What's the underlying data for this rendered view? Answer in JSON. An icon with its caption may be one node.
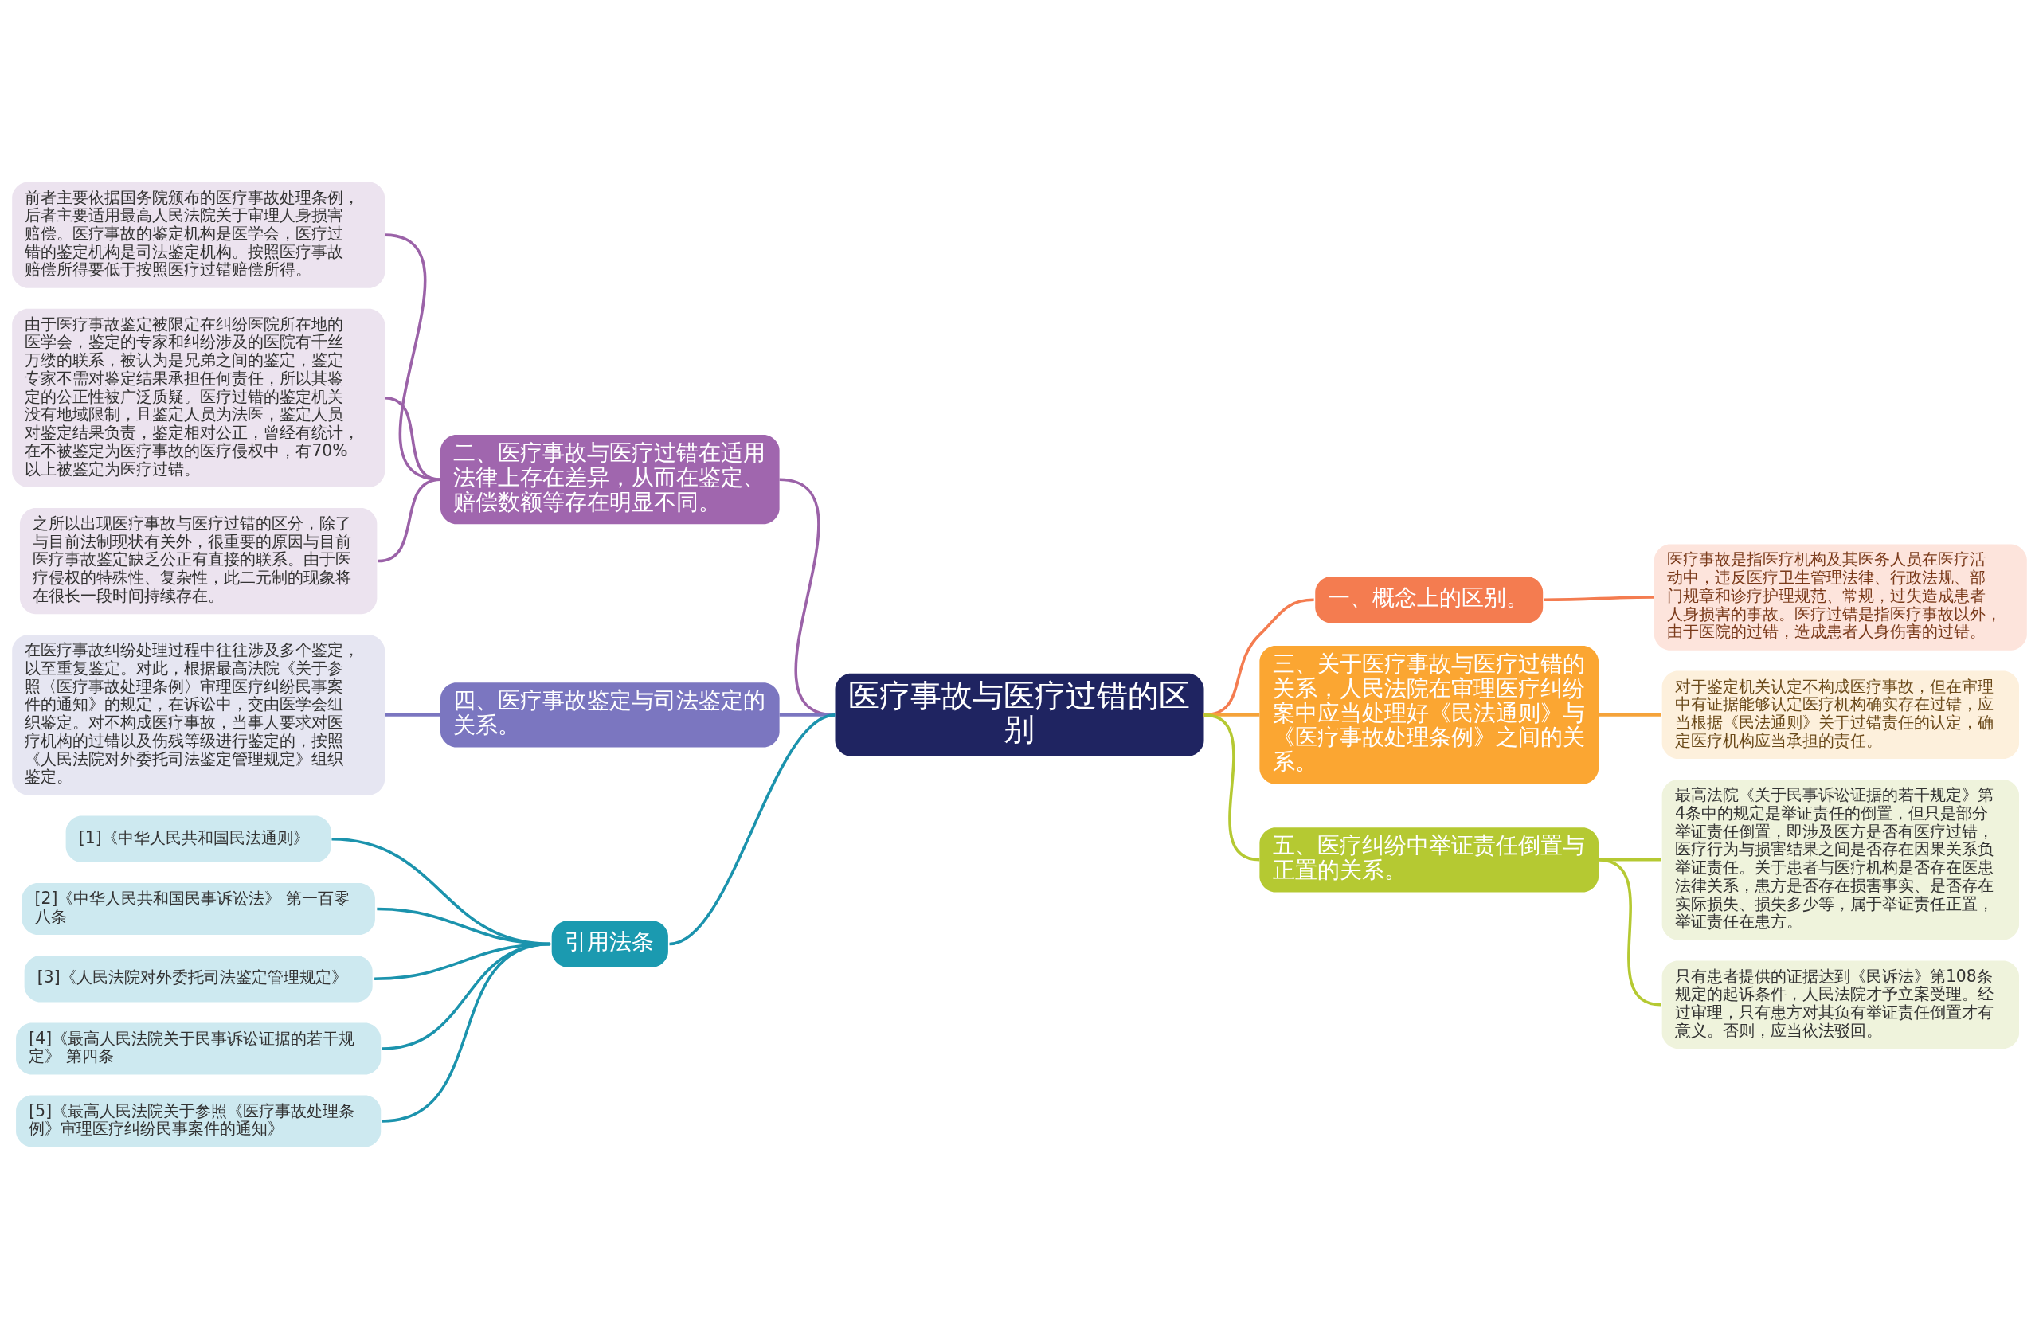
{
  "diagram": {
    "nodes": [
      {
        "text": [
          "医疗事故与医疗过错的区别"
        ]
      },
      {
        "text": [
          "一、概念上的区别。"
        ]
      },
      {
        "text": [
          "医疗事故是指医疗机构及其医务人员在医疗活动中，违反医疗卫生管理法律、行政法规、部门规章和诊疗护理规范、常规，过失造成患者人身损害的事故。医疗过错是指医疗事故以外，由于医院的过错，造成患者人身伤害的过错。"
        ]
      },
      {
        "text": [
          "二、医疗事故与医疗过错在适用法律上存在差异，从而在鉴定、赔偿数额等存在明显不同。"
        ]
      },
      {
        "text": [
          "前者主要依据国务院颁布的医疗事故处理条例，后者主要适用最高人民法院关于审理人身损害赔偿。医疗事故的鉴定机构是医学会，医疗过错的鉴定机构是司法鉴定机构。按照医疗事故赔偿所得要低于按照医疗过错赔偿所得。"
        ]
      },
      {
        "text": [
          "由于医疗事故鉴定被限定在纠纷医院所在地的医学会，鉴定的专家和纠纷涉及的医院有千丝万缕的联系，被认为是兄弟之间的鉴定，鉴定专家不需对鉴定结果承担任何责任，所以其鉴定的公正性被广泛质疑。医疗过错的鉴定机关没有地域限制，且鉴定人员为法医，鉴定人员对鉴定结果负责，鉴定相对公正，曾经有统计，在不被鉴定为医疗事故的医疗侵权中，有70%以上被鉴定为医疗过错。"
        ]
      },
      {
        "text": [
          "之所以出现医疗事故与医疗过错的区分，除了与目前法制现状有关外，很重要的原因与目前医疗事故鉴定缺乏公正有直接的联系。由于医疗侵权的特殊性、复杂性，此二元制的现象将在很长一段时间持续存在。"
        ]
      },
      {
        "text": [
          "三、关于医疗事故与医疗过错的关系，人民法院在审理医疗纠纷案中应当处理好《民法通则》与《医疗事故处理条例》之间的关系。"
        ]
      },
      {
        "text": [
          "对于鉴定机关认定不构成医疗事故，但在审理中有证据能够认定医疗机构确实存在过错，应当根据《民法通则》关于过错责任的认定，确定医疗机构应当承担的责任。"
        ]
      },
      {
        "text": [
          "四、医疗事故鉴定与司法鉴定的关系。"
        ]
      },
      {
        "text": [
          "在医疗事故纠纷处理过程中往往涉及多个鉴定，以至重复鉴定。对此，根据最高法院《关于参照〈医疗事故处理条例〉审理医疗纠纷民事案件的通知》的规定，在诉讼中，交由医学会组织鉴定。对不构成医疗事故，当事人要求对医疗机构的过错以及伤残等级进行鉴定的，按照《人民法院对外委托司法鉴定管理规定》组织鉴定。"
        ]
      },
      {
        "text": [
          "五、医疗纠纷中举证责任倒置与正置的关系。"
        ]
      },
      {
        "text": [
          "最高法院《关于民事诉讼证据的若干规定》第4条中的规定是举证责任的倒置，但只是部分举证责任倒置，即涉及医方是否有医疗过错，医疗行为与损害结果之间是否存在因果关系负举证责任。关于患者与医疗机构是否存在医患法律关系，患方是否存在损害事实、是否存在实际损失、损失多少等，属于举证责任正置，举证责任在患方。"
        ]
      },
      {
        "text": [
          "只有患者提供的证据达到《民诉法》第108条规定的起诉条件，人民法院才予立案受理。经过审理，只有患方对其负有举证责任倒置才有意义。否则，应当依法驳回。"
        ]
      },
      {
        "text": [
          "引用法条"
        ]
      },
      {
        "text": [
          "[1]《中华人民共和国民法通则》"
        ]
      },
      {
        "text": [
          "[2]《中华人民共和国民事诉讼法》 第一百零八条"
        ]
      },
      {
        "text": [
          "[3]《人民法院对外委托司法鉴定管理规定》"
        ]
      },
      {
        "text": [
          "[4]《最高人民法院关于民事诉讼证据的若干规定》 第四条"
        ]
      },
      {
        "text": [
          "[5]《最高人民法院关于参照《医疗事故处理条例》审理医疗纠纷民事案件的通知》"
        ]
      }
    ],
    "edges": [
      {
        "from": 0,
        "to": 1,
        "arrow": "none",
        "color": "#f47c50"
      },
      {
        "from": 1,
        "to": 2,
        "arrow": "none",
        "color": "#f47c50"
      },
      {
        "from": 3,
        "to": 0,
        "arrow": "none",
        "color": "#9b62a8"
      },
      {
        "from": 4,
        "to": 3,
        "arrow": "none",
        "color": "#9b62a8"
      },
      {
        "from": 5,
        "to": 3,
        "arrow": "none",
        "color": "#9b62a8"
      },
      {
        "from": 6,
        "to": 3,
        "arrow": "none",
        "color": "#9b62a8"
      },
      {
        "from": 0,
        "to": 7,
        "arrow": "none",
        "color": "#f5a33a"
      },
      {
        "from": 7,
        "to": 8,
        "arrow": "none",
        "color": "#f5a33a"
      },
      {
        "from": 9,
        "to": 0,
        "arrow": "none",
        "color": "#7b76c0"
      },
      {
        "from": 10,
        "to": 9,
        "arrow": "none",
        "color": "#7b76c0"
      },
      {
        "from": 0,
        "to": 11,
        "arrow": "none",
        "color": "#b5c932"
      },
      {
        "from": 11,
        "to": 12,
        "arrow": "none",
        "color": "#b5c932"
      },
      {
        "from": 11,
        "to": 13,
        "arrow": "none",
        "color": "#b5c932"
      },
      {
        "from": 14,
        "to": 0,
        "arrow": "none"
      },
      {
        "from": 15,
        "to": 14,
        "arrow": "none"
      },
      {
        "from": 16,
        "to": 14,
        "arrow": "none"
      },
      {
        "from": 17,
        "to": 14,
        "arrow": "none"
      },
      {
        "from": 18,
        "to": 14,
        "arrow": "none"
      },
      {
        "from": 19,
        "to": 14,
        "arrow": "none"
      }
    ]
  }
}
